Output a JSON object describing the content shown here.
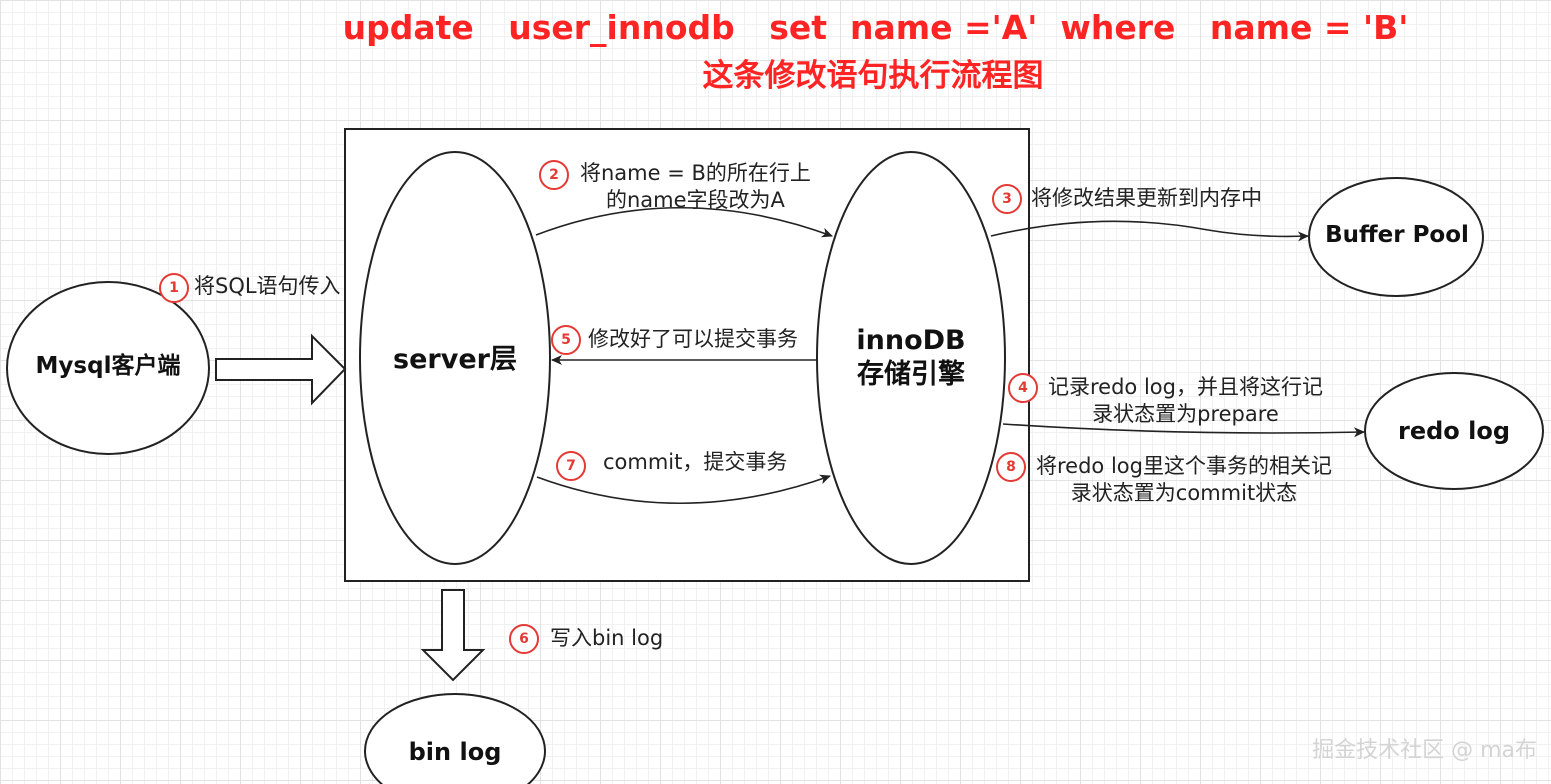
{
  "title": {
    "line1": "update   user_innodb   set  name ='A'  where   name = 'B'",
    "line2": "这条修改语句执行流程图"
  },
  "nodes": {
    "client": "Mysql客户端",
    "server": "server层",
    "innodb": "innoDB\n存储引擎",
    "buffer_pool": "Buffer  Pool",
    "redo_log": "redo  log",
    "bin_log": "bin  log"
  },
  "steps": [
    {
      "num": "1",
      "text": "将SQL语句传入"
    },
    {
      "num": "2",
      "text": "将name = B的所在行上\n的name字段改为A"
    },
    {
      "num": "3",
      "text": "将修改结果更新到内存中"
    },
    {
      "num": "4",
      "text": "记录redo  log，并且将这行记\n录状态置为prepare"
    },
    {
      "num": "5",
      "text": "修改好了可以提交事务"
    },
    {
      "num": "6",
      "text": "写入bin log"
    },
    {
      "num": "7",
      "text": "commit，提交事务"
    },
    {
      "num": "8",
      "text": "将redo  log里这个事务的相关记\n录状态置为commit状态"
    }
  ],
  "watermark": "掘金技术社区 @ ma布"
}
